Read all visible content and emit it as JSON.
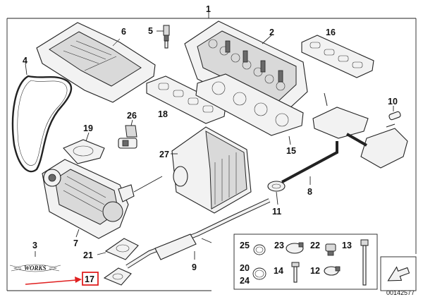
{
  "callouts": {
    "c1": "1",
    "c2": "2",
    "c3": "3",
    "c4": "4",
    "c5": "5",
    "c6": "6",
    "c7": "7",
    "c8": "8",
    "c9": "9",
    "c10": "10",
    "c11": "11",
    "c12": "12",
    "c13": "13",
    "c14": "14",
    "c15": "15",
    "c16": "16",
    "c17": "17",
    "c18": "18",
    "c19": "19",
    "c20": "20",
    "c21": "21",
    "c22": "22",
    "c23": "23",
    "c24": "24",
    "c25": "25",
    "c26": "26",
    "c27": "27"
  },
  "logo_text": "WORKS",
  "diagram_number": "00142577",
  "highlight_color": "#e02020"
}
